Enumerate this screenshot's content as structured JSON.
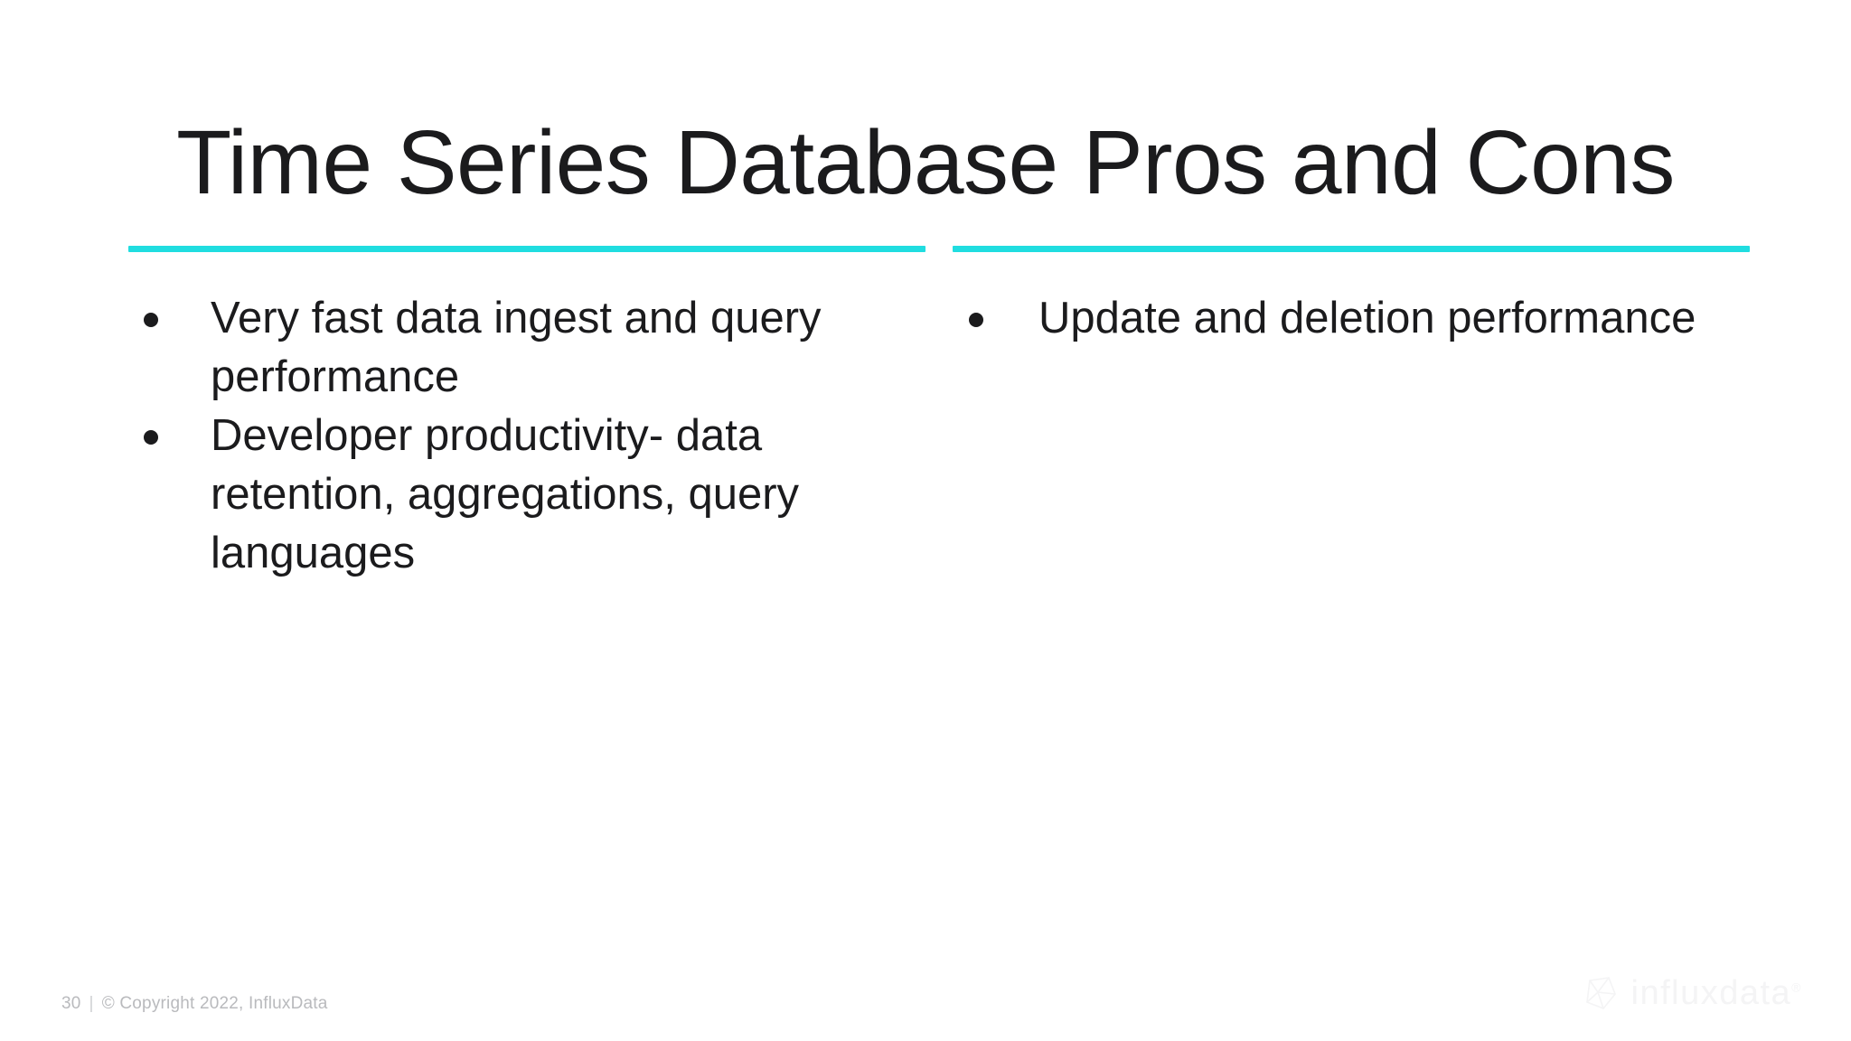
{
  "slide": {
    "title": "Time Series Database Pros and Cons",
    "background_color": "#ffffff",
    "accent_color": "#20dde0",
    "text_color": "#1b1b1d"
  },
  "columns": [
    {
      "name": "pros",
      "rule_color": "#20dde0",
      "bullets": [
        "Very fast data ingest and query performance",
        "Developer productivity- data retention, aggregations, query languages"
      ]
    },
    {
      "name": "cons",
      "rule_color": "#20dde0",
      "bullets": [
        "Update and deletion performance"
      ]
    }
  ],
  "footer": {
    "page_number": "30",
    "separator": "|",
    "copyright": "© Copyright 2022,  InfluxData",
    "logo_wordmark": "influxdata",
    "logo_registered": "®",
    "logo_icon": "influx-cube-icon",
    "logo_color": "#f4f4f5"
  }
}
